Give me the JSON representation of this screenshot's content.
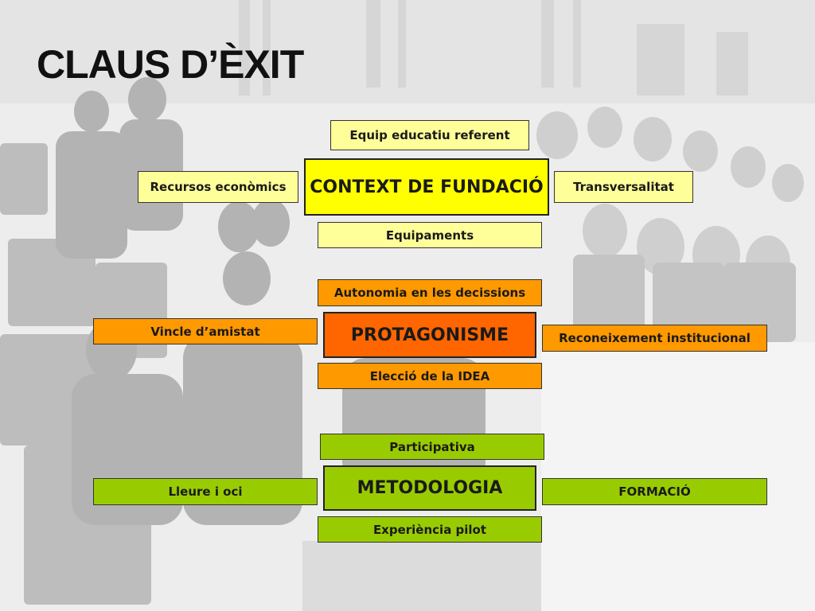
{
  "title": "CLAUS D’ÈXIT",
  "groups": {
    "context": {
      "center": "CONTEXT DE FUNDACIÓ",
      "top": "Equip educatiu referent",
      "left": "Recursos econòmics",
      "right": "Transversalitat",
      "bottom": "Equipaments"
    },
    "protagonism": {
      "center": "PROTAGONISME",
      "top": "Autonomia en les decissions",
      "left": "Vincle d’amistat",
      "right": "Reconeixement institucional",
      "bottom": "Elecció de la IDEA"
    },
    "methodology": {
      "center": "METODOLOGIA",
      "top": "Participativa",
      "left": "Lleure i oci",
      "right": "FORMACIÓ",
      "bottom": "Experiència pilot"
    }
  },
  "colors": {
    "context_center": "#ffff00",
    "context_satellite": "#ffff99",
    "protagonism_center": "#ff6600",
    "protagonism_satellite": "#ff9900",
    "methodology": "#99cc00"
  }
}
